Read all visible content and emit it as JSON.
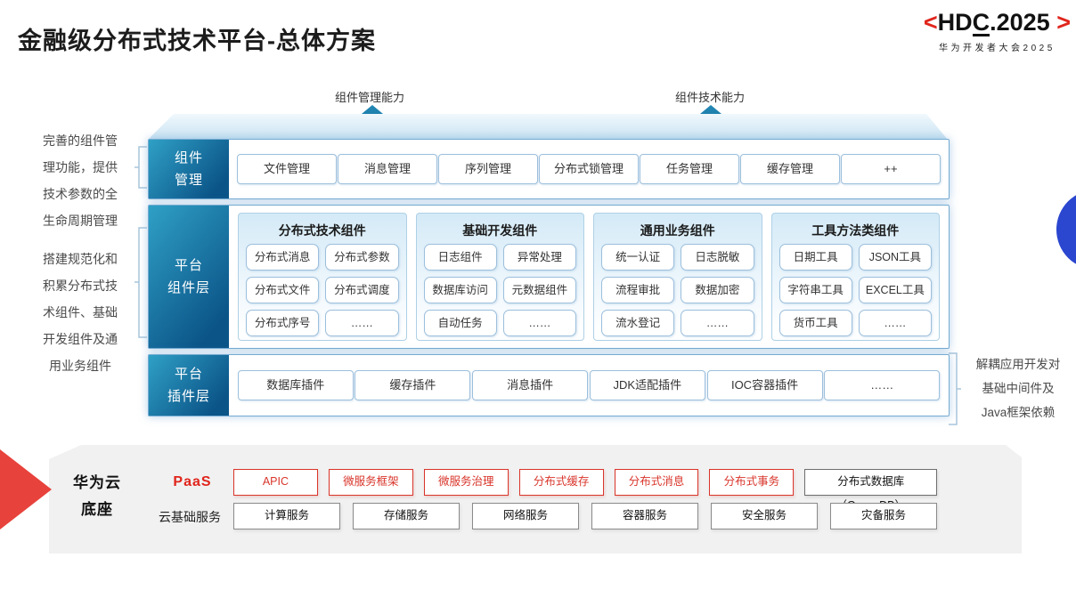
{
  "title": "金融级分布式技术平台-总体方案",
  "logo": {
    "left_mark": "<",
    "hd": "HD",
    "c": "C",
    "rest": ".2025",
    "right_mark": ">",
    "subtitle": "华为开发者大会2025"
  },
  "arrows": {
    "left_label": "组件管理能力",
    "right_label": "组件技术能力"
  },
  "annotations": {
    "left_top": [
      "完善的组件管",
      "理功能，提供",
      "技术参数的全",
      "生命周期管理"
    ],
    "left_bottom": [
      "搭建规范化和",
      "积累分布式技",
      "术组件、基础",
      "开发组件及通",
      "用业务组件"
    ],
    "right": [
      "解耦应用开发对",
      "基础中间件及",
      "Java框架依赖"
    ]
  },
  "layers": {
    "management": {
      "label": [
        "组件",
        "管理"
      ],
      "items": [
        "文件管理",
        "消息管理",
        "序列管理",
        "分布式锁管理",
        "任务管理",
        "缓存管理",
        "++"
      ]
    },
    "components": {
      "label": [
        "平台",
        "组件层"
      ],
      "columns": [
        {
          "title": "分布式技术组件",
          "items": [
            "分布式消息",
            "分布式参数",
            "分布式文件",
            "分布式调度",
            "分布式序号",
            "……"
          ]
        },
        {
          "title": "基础开发组件",
          "items": [
            "日志组件",
            "异常处理",
            "数据库访问",
            "元数据组件",
            "自动任务",
            "……"
          ]
        },
        {
          "title": "通用业务组件",
          "items": [
            "统一认证",
            "日志脱敏",
            "流程审批",
            "数据加密",
            "流水登记",
            "……"
          ]
        },
        {
          "title": "工具方法类组件",
          "items": [
            "日期工具",
            "JSON工具",
            "字符串工具",
            "EXCEL工具",
            "货币工具",
            "……"
          ]
        }
      ]
    },
    "plugins": {
      "label": [
        "平台",
        "插件层"
      ],
      "items": [
        "数据库插件",
        "缓存插件",
        "消息插件",
        "JDK适配插件",
        "IOC容器插件",
        "……"
      ]
    }
  },
  "foundation": {
    "label": [
      "华为云",
      "底座"
    ],
    "paas_label": "PaaS",
    "cloud_label": "云基础服务",
    "paas_items": [
      {
        "label": "APIC"
      },
      {
        "label": "微服务框架"
      },
      {
        "label": "微服务治理"
      },
      {
        "label": "分布式缓存"
      },
      {
        "label": "分布式消息"
      },
      {
        "label": "分布式事务"
      },
      {
        "label": "分布式数据库（GaussDB）",
        "class": "plain"
      }
    ],
    "cloud_items": [
      "计算服务",
      "存储服务",
      "网络服务",
      "容器服务",
      "安全服务",
      "灾备服务"
    ]
  },
  "colors": {
    "accent_red": "#e0251c",
    "layer_teal": "#0b5488",
    "arrow_teal": "#1a7ca8",
    "circle_blue": "#2b46cf",
    "panel_gray": "#f1f1f1"
  }
}
